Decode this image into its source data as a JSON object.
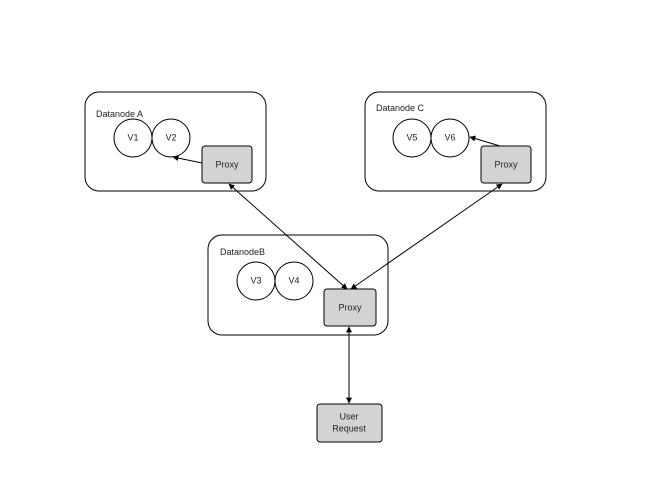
{
  "nodes": {
    "datanode_a": {
      "title": "Datanode  A",
      "volumes": [
        "V1",
        "V2"
      ],
      "proxy": "Proxy"
    },
    "datanode_c": {
      "title": "Datanode C",
      "volumes": [
        "V5",
        "V6"
      ],
      "proxy": "Proxy"
    },
    "datanode_b": {
      "title": "DatanodeB",
      "volumes": [
        "V3",
        "V4"
      ],
      "proxy": "Proxy"
    }
  },
  "user_request": {
    "line1": "User",
    "line2": "Request"
  },
  "colors": {
    "box_fill": "#d3d3d3",
    "stroke": "#000000",
    "background": "#ffffff"
  }
}
